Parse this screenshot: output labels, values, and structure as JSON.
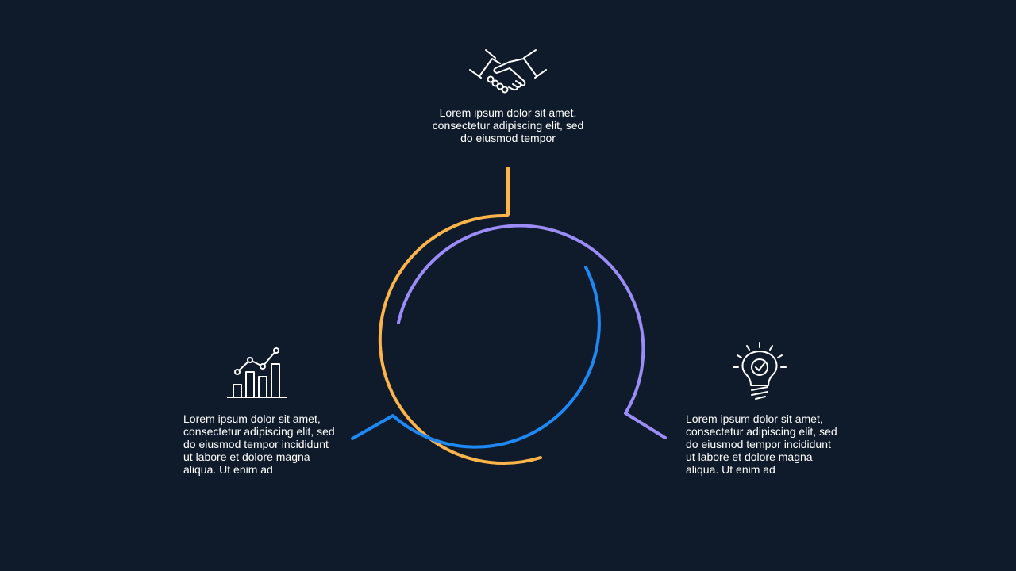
{
  "colors": {
    "background": "#0f1b2b",
    "orange": "#fdb44b",
    "purple": "#9b8cf7",
    "blue": "#1e88f5",
    "text": "#ffffff"
  },
  "items": [
    {
      "icon": "handshake-icon",
      "text": "Lorem ipsum dolor sit amet,\nconsectetur adipiscing elit, sed\ndo eiusmod tempor"
    },
    {
      "icon": "bar-chart-icon",
      "text": "Lorem ipsum dolor sit amet,\nconsectetur adipiscing elit, sed\ndo eiusmod tempor incididunt\nut labore et dolore magna\naliqua. Ut enim ad"
    },
    {
      "icon": "lightbulb-icon",
      "text": "Lorem ipsum dolor sit amet,\nconsectetur adipiscing elit, sed\ndo eiusmod tempor incididunt\nut labore et dolore magna\naliqua. Ut enim ad"
    }
  ]
}
